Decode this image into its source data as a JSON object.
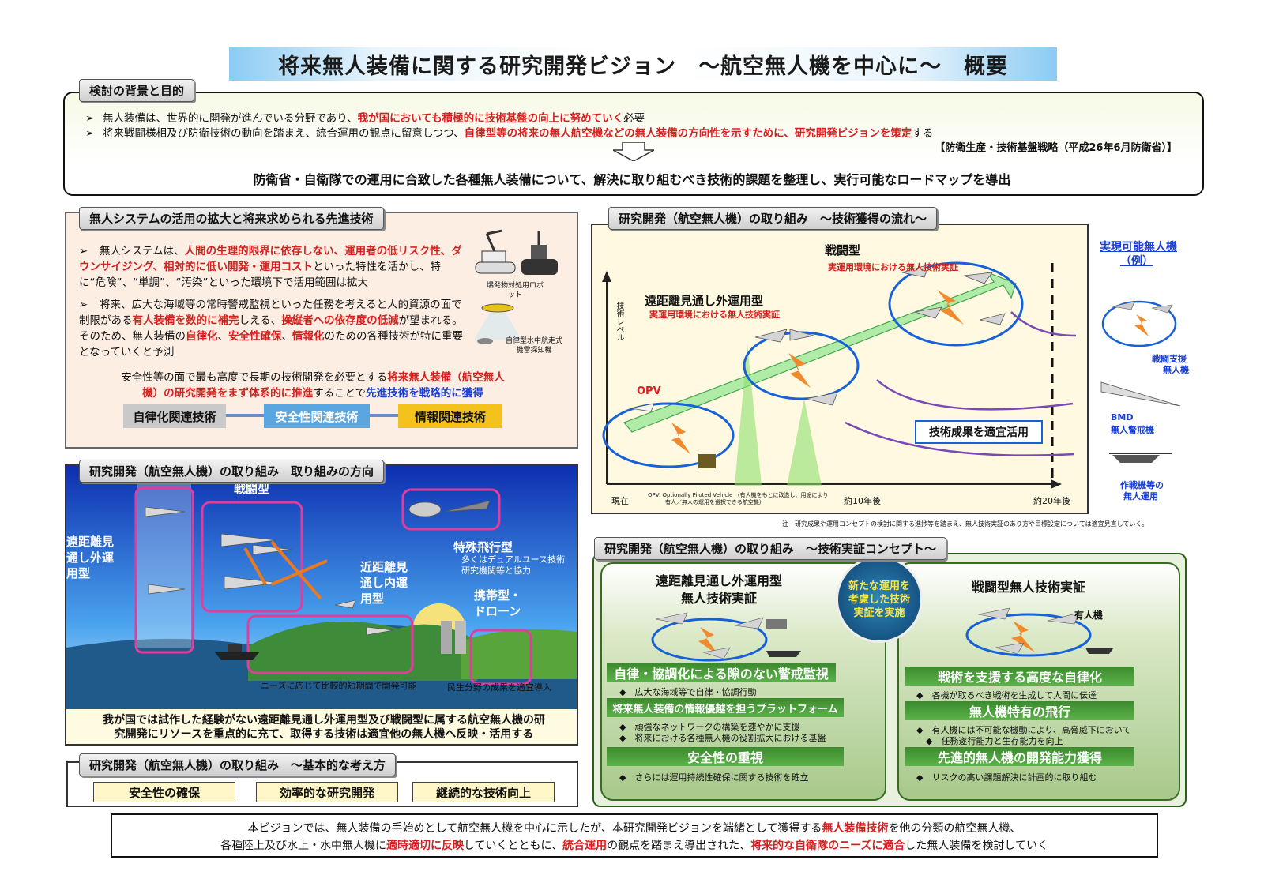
{
  "title": "将来無人装備に関する研究開発ビジョン　～航空無人機を中心に～　概要",
  "background": {
    "tab": "検討の背景と目的",
    "bullet_marker": "➢",
    "line1": {
      "a": "無人装備は、世界的に開発が進んでいる分野であり、",
      "b": "我が国においても積極的に技術基盤の向上に努めていく",
      "c": "必要"
    },
    "line2": {
      "a": "将来戦闘様相及び防衛技術の動向を踏まえ、統合運用の観点に留意しつつ、",
      "b": "自律型等の将来の無人航空機などの無人装備の方向性を示すために、研究開発ビジョンを策定",
      "c": "する"
    },
    "source": "【防衛生産・技術基盤戦略（平成26年6月防衛省）】",
    "conclusion": "防衛省・自衛隊での運用に合致した各種無人装備について、解決に取り組むべき技術的課題を整理し、実行可能なロードマップを導出"
  },
  "advanced": {
    "tab": "無人システムの活用の拡大と将来求められる先進技術",
    "p1": {
      "a": "無人システムは、",
      "b": "人間の生理的限界に依存しない、運用者の低リスク性、ダウンサイジング、相対的に低い開発・運用コスト",
      "c": "といった特性を活かし、特に“危険”、“単調”、“汚染”といった環境下で活用範囲は拡大"
    },
    "p2": {
      "a": "将来、広大な海域等の常時警戒監視といった任務を考えると人的資源の面で制限がある",
      "b": "有人装備を数的に補完",
      "c": "しえる、",
      "d": "操縦者への依存度の低減",
      "e": "が望まれる。そのため、無人装備の",
      "f": "自律化",
      "g": "、",
      "h": "安全性確保",
      "i": "、",
      "j": "情報化",
      "k": "のための各種技術が特に重要となっていくと予測"
    },
    "robot_caption": "爆発物対処用ロボット",
    "auv_caption": "自律型水中航走式機雷探知機",
    "summary": {
      "a": "安全性等の面で最も高度で長期の技術開発を必要とする",
      "b": "将来無人装備（航空無人機）の研究開発をまず体系的に推進",
      "c": "することで",
      "d": "先進技術を戦略的に獲得"
    },
    "techs": [
      "自律化関連技術",
      "安全性関連技術",
      "情報関連技術"
    ]
  },
  "direction": {
    "tab": "研究開発（航空無人機）の取り組み　取り組みの方向",
    "labels": {
      "long_range": "遠距離見通し外運用型",
      "fighter": "戦闘型",
      "special": "特殊飛行型",
      "special_note1": "多くはデュアルユース技術",
      "special_note2": "研究機関等と協力",
      "near_range": "近距離見通し内運用型",
      "portable": "携帯型・ドローン",
      "short_term": "ニーズに応じて比較的短期間で開発可能",
      "civil": "民生分野の成果を適宜導入"
    },
    "summary1": "我が国では試作した経験がない遠距離見通し外運用型及び戦闘型に属する航空無人機の研",
    "summary2": "究開発にリソースを重点的に充て、取得する技術は適宜他の無人機へ反映・活用する"
  },
  "basic": {
    "tab": "研究開発（航空無人機）の取り組み　～基本的な考え方",
    "items": [
      "安全性の確保",
      "効率的な研究開発",
      "継続的な技術向上"
    ]
  },
  "flow": {
    "tab": "研究開発（航空無人機）の取り組み　～技術獲得の流れ～",
    "fighter": "戦闘型",
    "fighter_env": "実運用環境における無人技術実証",
    "long_range": "遠距離見通し外運用型",
    "long_range_env": "実運用環境における無人技術実証",
    "y_axis": "技術レベル",
    "opv": "OPV",
    "opv_note1": "OPV: Optionally Piloted Vehicle （有人機をもとに改造し、用途により",
    "opv_note2": "有人／無人の運用を選択できる航空機）",
    "ticks": [
      "現在",
      "約10年後",
      "約20年後"
    ],
    "apply": "技術成果を適宜活用",
    "realizable1": "実現可能無人機",
    "realizable2": "（例）",
    "ex1a": "戦闘支援",
    "ex1b": "無人機",
    "ex2a": "BMD",
    "ex2b": "無人警戒機",
    "ex3a": "作戦機等の",
    "ex3b": "無人運用",
    "note": "注　研究成果や運用コンセプトの検討に関する進捗等を踏まえ、無人技術実証のあり方や目標設定については適宜見直していく。"
  },
  "concept": {
    "tab": "研究開発（航空無人機）の取り組み　～技術実証コンセプト～",
    "left_title1": "遠距離見通し外運用型",
    "left_title2": "無人技術実証",
    "center1": "新たな運用を",
    "center2": "考慮した技術",
    "center3": "実証を実施",
    "right_title": "戦闘型無人技術実証",
    "manned": "有人機",
    "left_items": [
      {
        "head": "自律・協調化による隙のない警戒監視",
        "notes": [
          "広大な海域等で自律・協調行動"
        ]
      },
      {
        "head": "将来無人装備の情報優越を担うプラットフォーム",
        "notes": [
          "頑強なネットワークの構築を速やかに支援",
          "将来における各種無人機の役割拡大における基盤"
        ]
      },
      {
        "head": "安全性の重視",
        "notes": [
          "さらには運用持続性確保に関する技術を確立"
        ]
      }
    ],
    "right_items": [
      {
        "head": "戦術を支援する高度な自律化",
        "notes": [
          "各機が取るべき戦術を生成して人間に伝達"
        ]
      },
      {
        "head": "無人機特有の飛行",
        "notes": [
          "有人機には不可能な機動により、高脅威下において",
          "任務遂行能力と生存能力を向上"
        ]
      },
      {
        "head": "先進的無人機の開発能力獲得",
        "notes": [
          "リスクの高い課題解決に計画的に取り組む"
        ]
      }
    ]
  },
  "footer": {
    "l1a": "本ビジョンでは、無人装備の手始めとして航空無人機を中心に示したが、本研究開発ビジョンを端緒として獲得する",
    "l1b": "無人装備技術",
    "l1c": "を他の分類の航空無人機、",
    "l2a": "各種陸上及び水上・水中無人機に",
    "l2b": "適時適切に反映",
    "l2c": "していくとともに、",
    "l2d": "統合運用",
    "l2e": "の観点を踏まえ導出された、",
    "l2f": "将来的な自衛隊のニーズに適合",
    "l2g": "した無人装備を検討していく"
  },
  "colors": {
    "accent_red": "#d6201f",
    "accent_blue": "#1a3fd0",
    "sky": "#1c5fd8",
    "green": "#3c8a2e",
    "pink": "#e23c9c"
  }
}
